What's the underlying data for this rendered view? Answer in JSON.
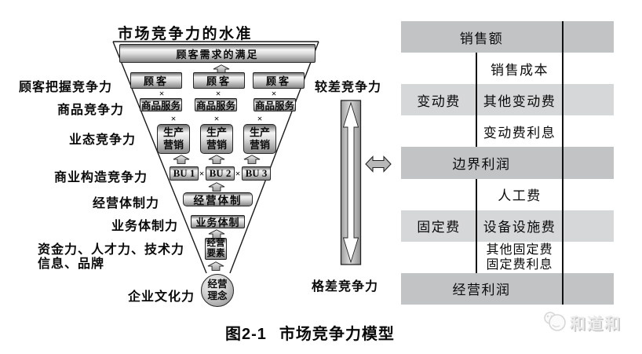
{
  "title": "市场竞争力的水准",
  "caption": {
    "figure_no": "图2-1",
    "text": "市场竞争力模型"
  },
  "watermark": {
    "label": "和道和"
  },
  "funnel": {
    "top_bar": "顾客需求的满足",
    "multiply": "×",
    "customer_box": "顾客",
    "goods_box": "商品服务",
    "prod_line1": "生产",
    "prod_line2": "营销",
    "bu_boxes": [
      "BU 1",
      "BU 2",
      "BU 3"
    ],
    "mgmt_bar": "经营体制",
    "biz_bar": "业务体制",
    "elem_line1": "经营",
    "elem_line2": "要素",
    "circle_line1": "经营",
    "circle_line2": "理念",
    "left_labels": [
      "顾客把握竞争力",
      "商品竞争力",
      "业态竞争力",
      "商业构造竞争力",
      "经营体制力",
      "业务体制力",
      "资金力、人才力、技术力",
      "信息、品牌",
      "企业文化力"
    ],
    "right_label_top": "较差竞争力",
    "right_label_bottom": "格差竞争力"
  },
  "table": {
    "rows": [
      {
        "type": "span",
        "label": "销售额"
      },
      {
        "type": "detail",
        "label": "销售成本"
      },
      {
        "type": "group",
        "group": "变动费",
        "label": "其他变动费"
      },
      {
        "type": "detail",
        "label": "变动费利息"
      },
      {
        "type": "span",
        "label": "边界利润"
      },
      {
        "type": "detail",
        "label": "人工费"
      },
      {
        "type": "group",
        "group": "固定费",
        "label": "设备设施费"
      },
      {
        "type": "detail",
        "label": "其他固定费",
        "label2": "固定费利息"
      },
      {
        "type": "span",
        "label": "经营利润"
      }
    ]
  },
  "colors": {
    "band_dark": "#c1c3c5",
    "band_light": "#d5d7d9",
    "line": "#111111"
  }
}
